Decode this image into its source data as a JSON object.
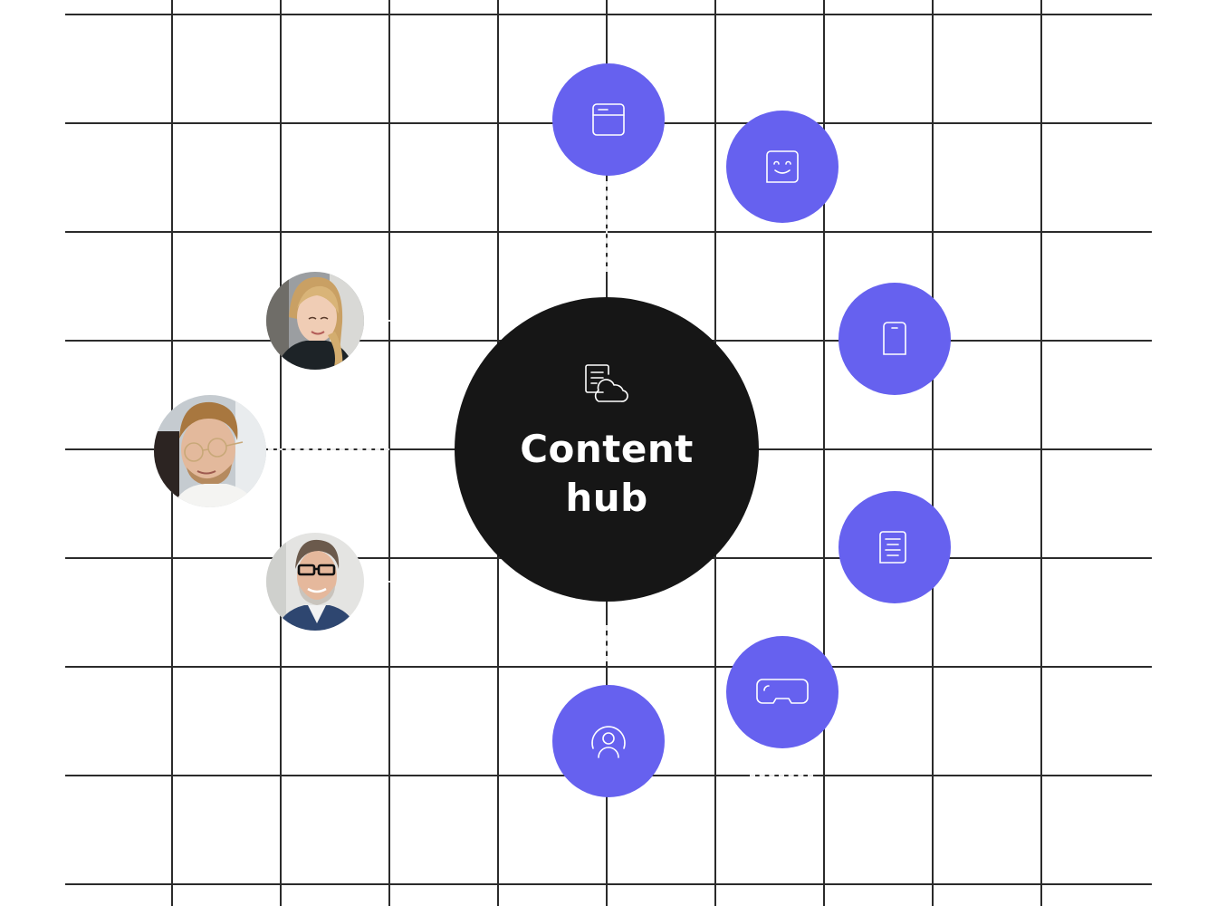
{
  "hub": {
    "title": "Content\nhub",
    "icon": "document-cloud-icon",
    "background": "#161616",
    "text_color": "#ffffff"
  },
  "theme": {
    "accent": "#6661ef",
    "grid_line": "#2b2b2b",
    "background": "#ffffff"
  },
  "channels": [
    {
      "id": "web",
      "icon": "browser-window-icon"
    },
    {
      "id": "chatbot",
      "icon": "smiley-face-icon"
    },
    {
      "id": "mobile",
      "icon": "mobile-phone-icon"
    },
    {
      "id": "document",
      "icon": "document-text-icon"
    },
    {
      "id": "vr",
      "icon": "vr-headset-icon"
    },
    {
      "id": "voice-assistant",
      "icon": "user-broadcast-icon"
    }
  ],
  "contributors": [
    {
      "id": "contributor-1",
      "description": "woman with blonde hair smiling"
    },
    {
      "id": "contributor-2",
      "description": "man with glasses and beard"
    },
    {
      "id": "contributor-3",
      "description": "older man with black glasses"
    }
  ]
}
